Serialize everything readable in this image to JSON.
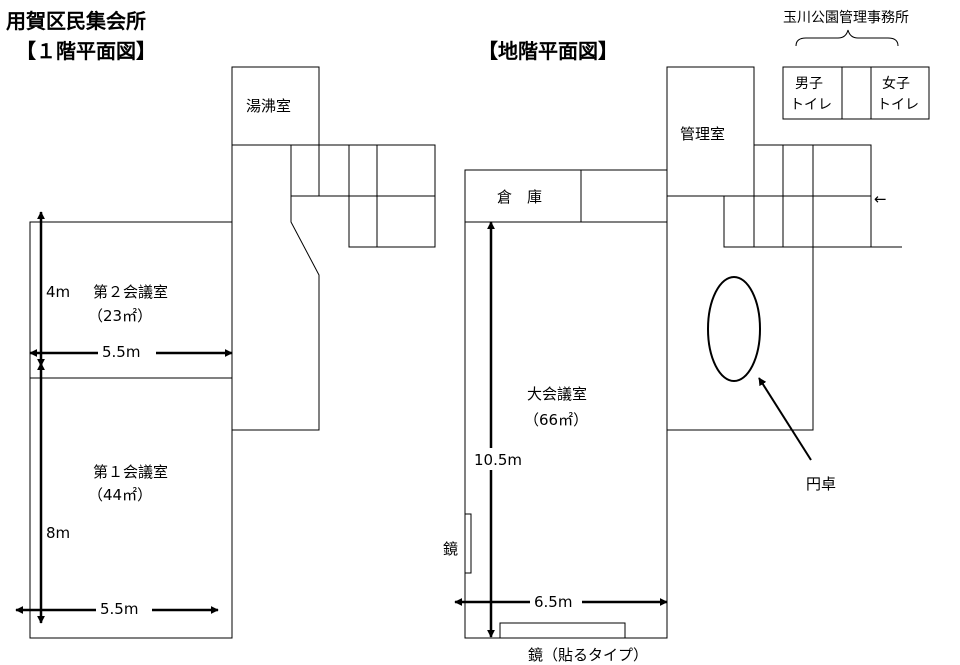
{
  "titles": {
    "facility": "用賀区民集会所",
    "floor1": "【１階平面図】",
    "basement": "【地階平面図】",
    "office": "玉川公園管理事務所"
  },
  "floor1": {
    "kitchen": "湯沸室",
    "room2_name": "第２会議室",
    "room2_area": "（23㎡）",
    "room1_name": "第１会議室",
    "room1_area": "（44㎡）",
    "dim_room2_height": "4m",
    "dim_room2_width": "5.5m",
    "dim_room1_height": "8m",
    "dim_room1_width": "5.5m"
  },
  "basement": {
    "storage": "倉　庫",
    "management": "管理室",
    "hall_name": "大会議室",
    "hall_area": "（66㎡）",
    "dim_height": "10.5m",
    "dim_width": "6.5m",
    "mirror": "鏡",
    "mirror_wall": "鏡（貼るタイプ）",
    "round_table": "円卓",
    "entrance_arrow": "←"
  },
  "toilets": {
    "men_line1": "男子",
    "men_line2": "トイレ",
    "women_line1": "女子",
    "women_line2": "トイレ"
  }
}
